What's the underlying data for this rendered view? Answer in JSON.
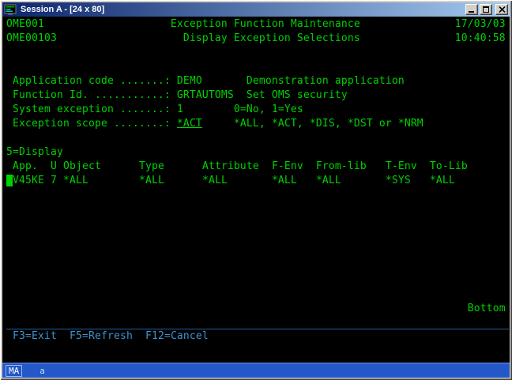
{
  "window": {
    "title": "Session A - [24 x 80]",
    "controls": [
      "minimize",
      "maximize",
      "close"
    ]
  },
  "colors": {
    "text_green": "#00d200",
    "fkey_blue": "#3d93cf",
    "separator_blue": "#1f5f9e",
    "oia_bg": "#2457c8",
    "oia_text": "#ffffff",
    "oia_kbd": "#aee6ff",
    "titlebar_start": "#0a246a",
    "titlebar_end": "#a6caf0",
    "chrome": "#d4d0c8"
  },
  "terminal": {
    "size": "24 x 80",
    "rows": [
      {
        "segs": [
          {
            "col": 0,
            "t": "OME001",
            "n": "program-id"
          },
          {
            "col": 26,
            "t": "Exception Function Maintenance",
            "n": "screen-title"
          },
          {
            "col": 71,
            "t": "17/03/03",
            "n": "session-date"
          }
        ]
      },
      {
        "segs": [
          {
            "col": 0,
            "t": "OME00103",
            "n": "panel-id"
          },
          {
            "col": 28,
            "t": "Display Exception Selections",
            "n": "screen-subtitle"
          },
          {
            "col": 71,
            "t": "10:40:58",
            "n": "session-time"
          }
        ]
      },
      {},
      {},
      {
        "segs": [
          {
            "col": 1,
            "t": "Application code .......:",
            "n": "label-application-code"
          },
          {
            "col": 27,
            "t": "DEMO",
            "n": "value-application-code"
          },
          {
            "col": 38,
            "t": "Demonstration application",
            "n": "desc-application-code"
          }
        ]
      },
      {
        "segs": [
          {
            "col": 1,
            "t": "Function Id. ...........:",
            "n": "label-function-id"
          },
          {
            "col": 27,
            "t": "GRTAUTOMS",
            "n": "value-function-id"
          },
          {
            "col": 38,
            "t": "Set OMS security",
            "n": "desc-function-id"
          }
        ]
      },
      {
        "segs": [
          {
            "col": 1,
            "t": "System exception .......:",
            "n": "label-system-exception"
          },
          {
            "col": 27,
            "t": "1",
            "n": "value-system-exception"
          },
          {
            "col": 36,
            "t": "0=No, 1=Yes",
            "n": "desc-system-exception"
          }
        ]
      },
      {
        "segs": [
          {
            "col": 1,
            "t": "Exception scope ........:",
            "n": "label-exception-scope"
          },
          {
            "col": 27,
            "t": "*ACT",
            "c": "input",
            "n": "input-exception-scope",
            "i": true
          },
          {
            "col": 36,
            "t": "*ALL, *ACT, *DIS, *DST or *NRM",
            "n": "desc-exception-scope"
          }
        ]
      },
      {},
      {
        "segs": [
          {
            "col": 0,
            "t": "5=Display",
            "n": "options-legend"
          }
        ]
      },
      {
        "segs": [
          {
            "col": 1,
            "t": "App.",
            "n": "col-header-app"
          },
          {
            "col": 7,
            "t": "U",
            "n": "col-header-u"
          },
          {
            "col": 9,
            "t": "Object",
            "n": "col-header-object"
          },
          {
            "col": 21,
            "t": "Type",
            "n": "col-header-type"
          },
          {
            "col": 31,
            "t": "Attribute",
            "n": "col-header-attribute"
          },
          {
            "col": 42,
            "t": "F-Env",
            "n": "col-header-f-env"
          },
          {
            "col": 49,
            "t": "From-lib",
            "n": "col-header-from-lib"
          },
          {
            "col": 60,
            "t": "T-Env",
            "n": "col-header-t-env"
          },
          {
            "col": 67,
            "t": "To-Lib",
            "n": "col-header-to-lib"
          }
        ]
      },
      {
        "segs": [
          {
            "col": 0,
            "t": " ",
            "c": "cursor",
            "n": "cursor-option-field",
            "i": true
          },
          {
            "col": 1,
            "t": "V45KE",
            "n": "cell-app"
          },
          {
            "col": 7,
            "t": "7",
            "n": "cell-u"
          },
          {
            "col": 9,
            "t": "*ALL",
            "n": "cell-object"
          },
          {
            "col": 21,
            "t": "*ALL",
            "n": "cell-type"
          },
          {
            "col": 31,
            "t": "*ALL",
            "n": "cell-attribute"
          },
          {
            "col": 42,
            "t": "*ALL",
            "n": "cell-f-env"
          },
          {
            "col": 49,
            "t": "*ALL",
            "n": "cell-from-lib"
          },
          {
            "col": 60,
            "t": "*SYS",
            "n": "cell-t-env"
          },
          {
            "col": 67,
            "t": "*ALL",
            "n": "cell-to-lib"
          }
        ]
      },
      {},
      {},
      {},
      {},
      {},
      {},
      {},
      {},
      {
        "segs": [
          {
            "col": 73,
            "t": "Bottom",
            "n": "bottom-indicator"
          }
        ]
      },
      {
        "sep": true
      },
      {
        "segs": [
          {
            "col": 1,
            "t": "F3=Exit",
            "c": "fkey",
            "n": "fkey-f3-exit",
            "i": true
          },
          {
            "col": 10,
            "t": "F5=Refresh",
            "c": "fkey",
            "n": "fkey-f5-refresh",
            "i": true
          },
          {
            "col": 22,
            "t": "F12=Cancel",
            "c": "fkey",
            "n": "fkey-f12-cancel",
            "i": true
          }
        ]
      },
      {}
    ]
  },
  "oia": {
    "system_indicator": "MA",
    "keyboard_indicator": "a"
  }
}
